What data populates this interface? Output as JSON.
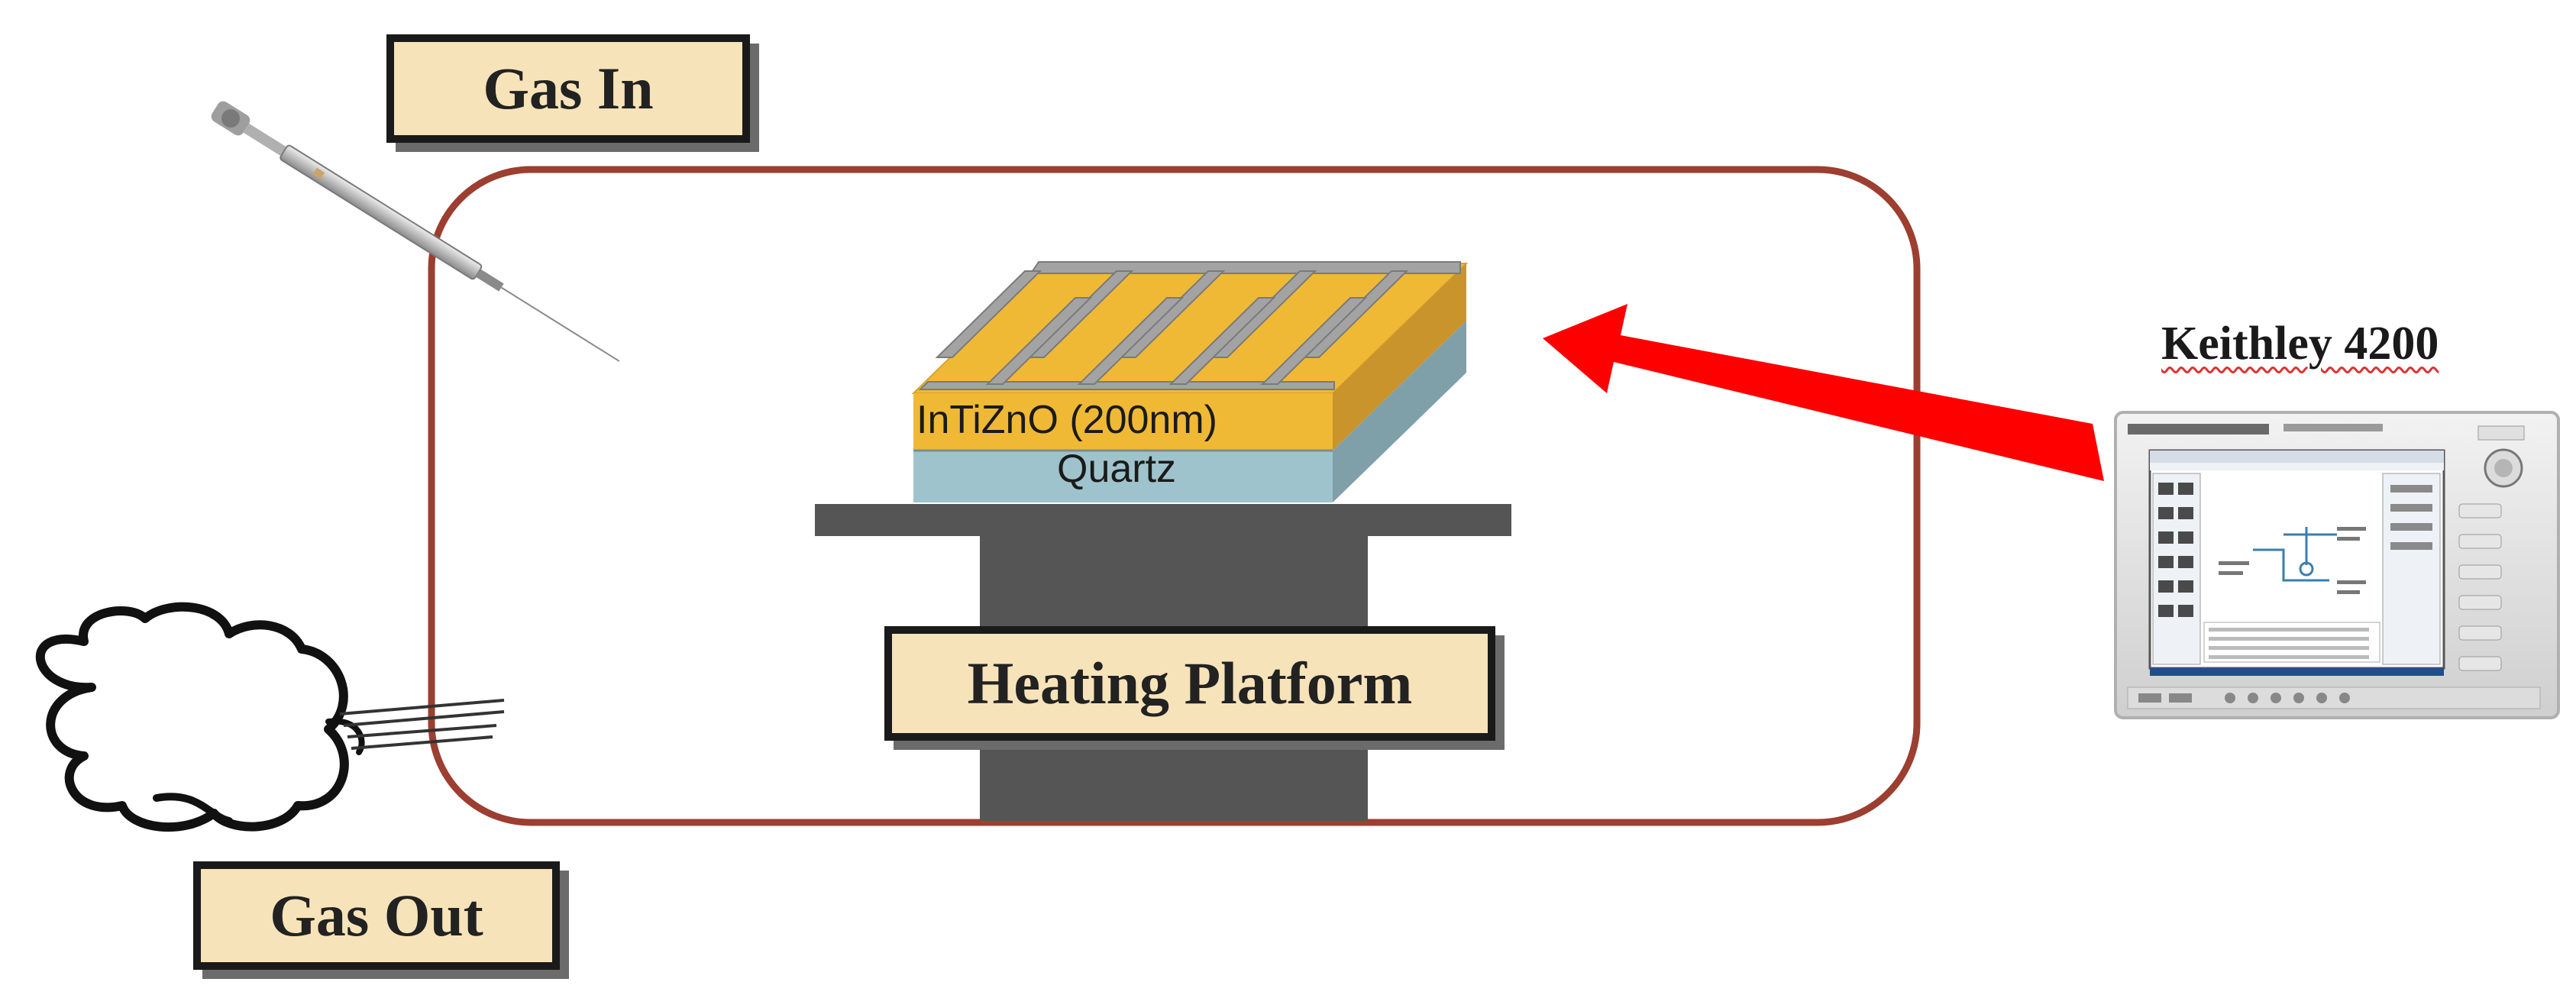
{
  "labels": {
    "gas_in": "Gas In",
    "gas_out": "Gas Out",
    "heating_platform": "Heating Platform",
    "instrument": "Keithley 4200"
  },
  "sensor": {
    "film": "InTiZnO (200nm)",
    "substrate": "Quartz"
  },
  "colors": {
    "chamber_outline": "#9c3e30",
    "film": "#f0b935",
    "substrate": "#9ec3cc",
    "electrode": "#a3a3a3",
    "platform": "#555555",
    "label_fill": "#f7e3b9",
    "arrow": "#ff0000"
  },
  "icons": [
    "syringe-icon",
    "exhaust-cloud-icon",
    "instrument-screen-icon",
    "arrow-icon"
  ]
}
